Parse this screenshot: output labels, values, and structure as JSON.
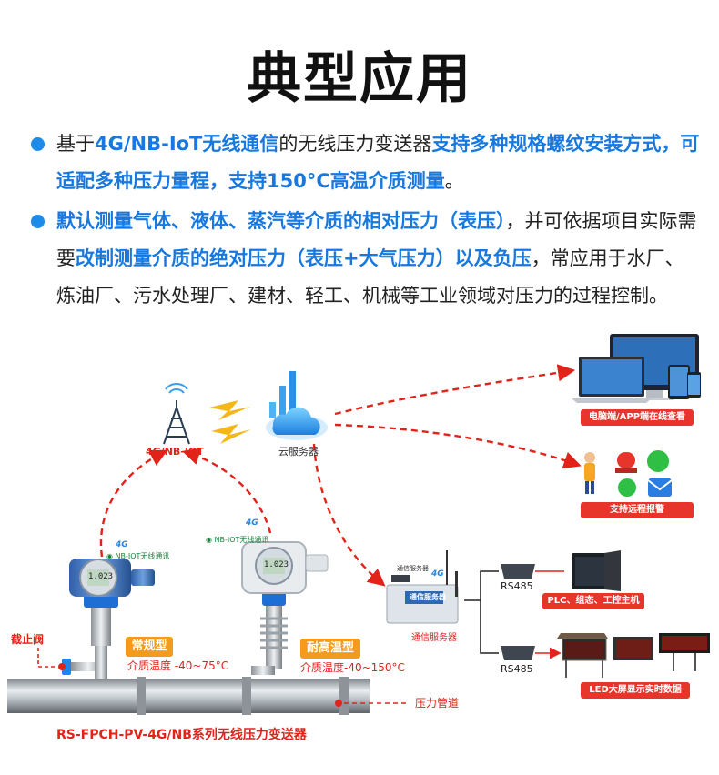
{
  "title": "典型应用",
  "paragraph1": {
    "s1": "基于",
    "h1": "4G/NB-IoT无线通信",
    "s2": "的无线压力变送器",
    "h2": "支持多种规格螺纹安装方式，可适配多种压力量程，支持150°C高温介质测量",
    "s3": "。"
  },
  "paragraph2": {
    "h1": "默认测量气体、液体、蒸汽等介质的相对压力（表压）",
    "s1": "，并可依据项目实际需要",
    "h2": "改制测量介质的绝对压力（表压+大气压力）以及负压",
    "s2": "，常应用于水厂、炼油厂、污水处理厂、建材、轻工、机械等工业领域对压力的过程控制。"
  },
  "diagram": {
    "tower_label": "4G/NB-IOT",
    "cloud_label": "云服务器",
    "pc_tag": "电脑端/APP端在线查看",
    "alarm_tag": "支持远程报警",
    "gateway_label": "通信服务器",
    "gateway_name": "通信服务器",
    "rs485_1": "RS485",
    "rs485_2": "RS485",
    "plc_tag": "PLC、组态、工控主机",
    "led_tag": "LED大屏显示实时数据",
    "nb_label_1": "NB-IOT无线通讯",
    "nb_label_2": "NB-IOT无线通讯",
    "tag_4g_1": "4G",
    "tag_4g_2": "4G",
    "tag_4g_3": "4G",
    "lcd_1": "1.023",
    "lcd_2": "1.023",
    "type_normal": "常规型",
    "temp_normal": "介质温度 -40~75°C",
    "type_high": "耐高温型",
    "temp_high": "介质温度-40~150°C",
    "valve_label": "截止阀",
    "pipe_label": "压力管道",
    "product_name": "RS-FPCH-PV-4G/NB系列无线压力变送器"
  },
  "colors": {
    "accent": "#1779e0",
    "red": "#e2231a",
    "orange": "#f29b1d",
    "alarm": "#e8352b"
  }
}
